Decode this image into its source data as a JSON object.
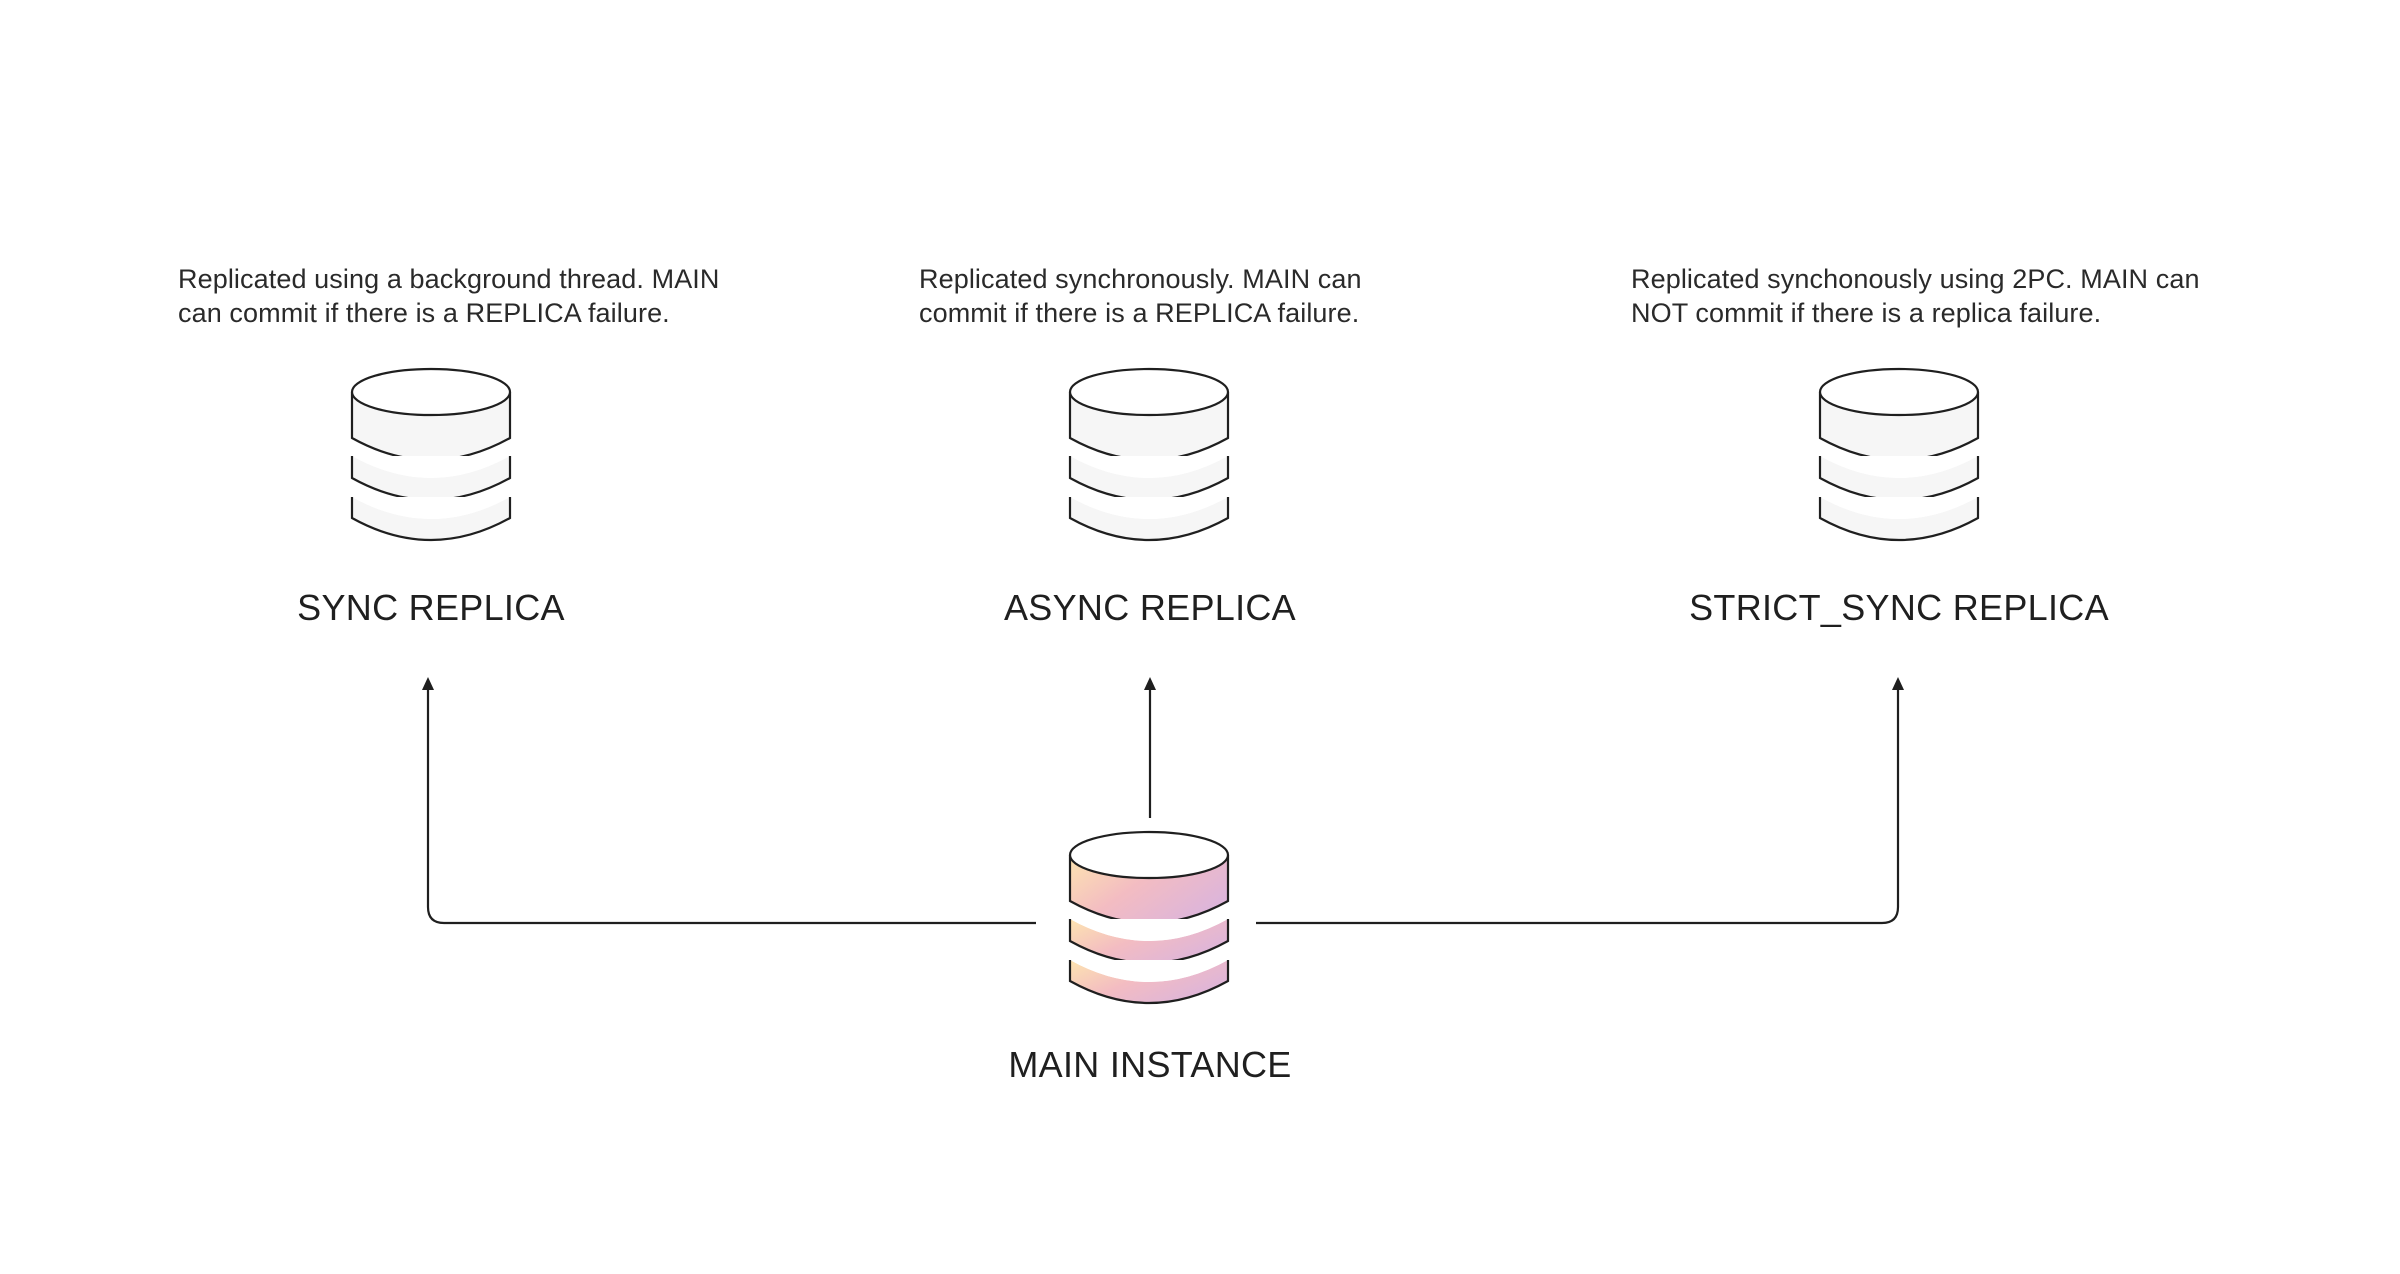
{
  "diagram": {
    "title": "Replication modes",
    "nodes": [
      {
        "id": "sync",
        "label": "SYNC REPLICA",
        "kind": "replica",
        "description_lines": [
          "Replicated using a background thread. MAIN",
          "can commit if there is a REPLICA failure."
        ]
      },
      {
        "id": "async",
        "label": "ASYNC REPLICA",
        "kind": "replica",
        "description_lines": [
          "Replicated synchronously. MAIN can",
          "commit if there is a REPLICA failure."
        ]
      },
      {
        "id": "strict_sync",
        "label": "STRICT_SYNC REPLICA",
        "kind": "replica",
        "description_lines": [
          "Replicated synchonously using 2PC. MAIN can",
          "NOT commit if there is a replica failure."
        ]
      },
      {
        "id": "main",
        "label": "MAIN INSTANCE",
        "kind": "main",
        "description_lines": []
      }
    ],
    "edges": [
      {
        "from": "main",
        "to": "sync"
      },
      {
        "from": "main",
        "to": "async"
      },
      {
        "from": "main",
        "to": "strict_sync"
      }
    ],
    "icons": {
      "replica": "database-icon",
      "main": "database-icon-highlighted"
    },
    "colors": {
      "stroke": "#1f1f1f",
      "replica_fill": "#f6f6f6",
      "main_gradient": [
        "#fde2b4",
        "#f3bcc2",
        "#e0b4d8"
      ]
    }
  }
}
